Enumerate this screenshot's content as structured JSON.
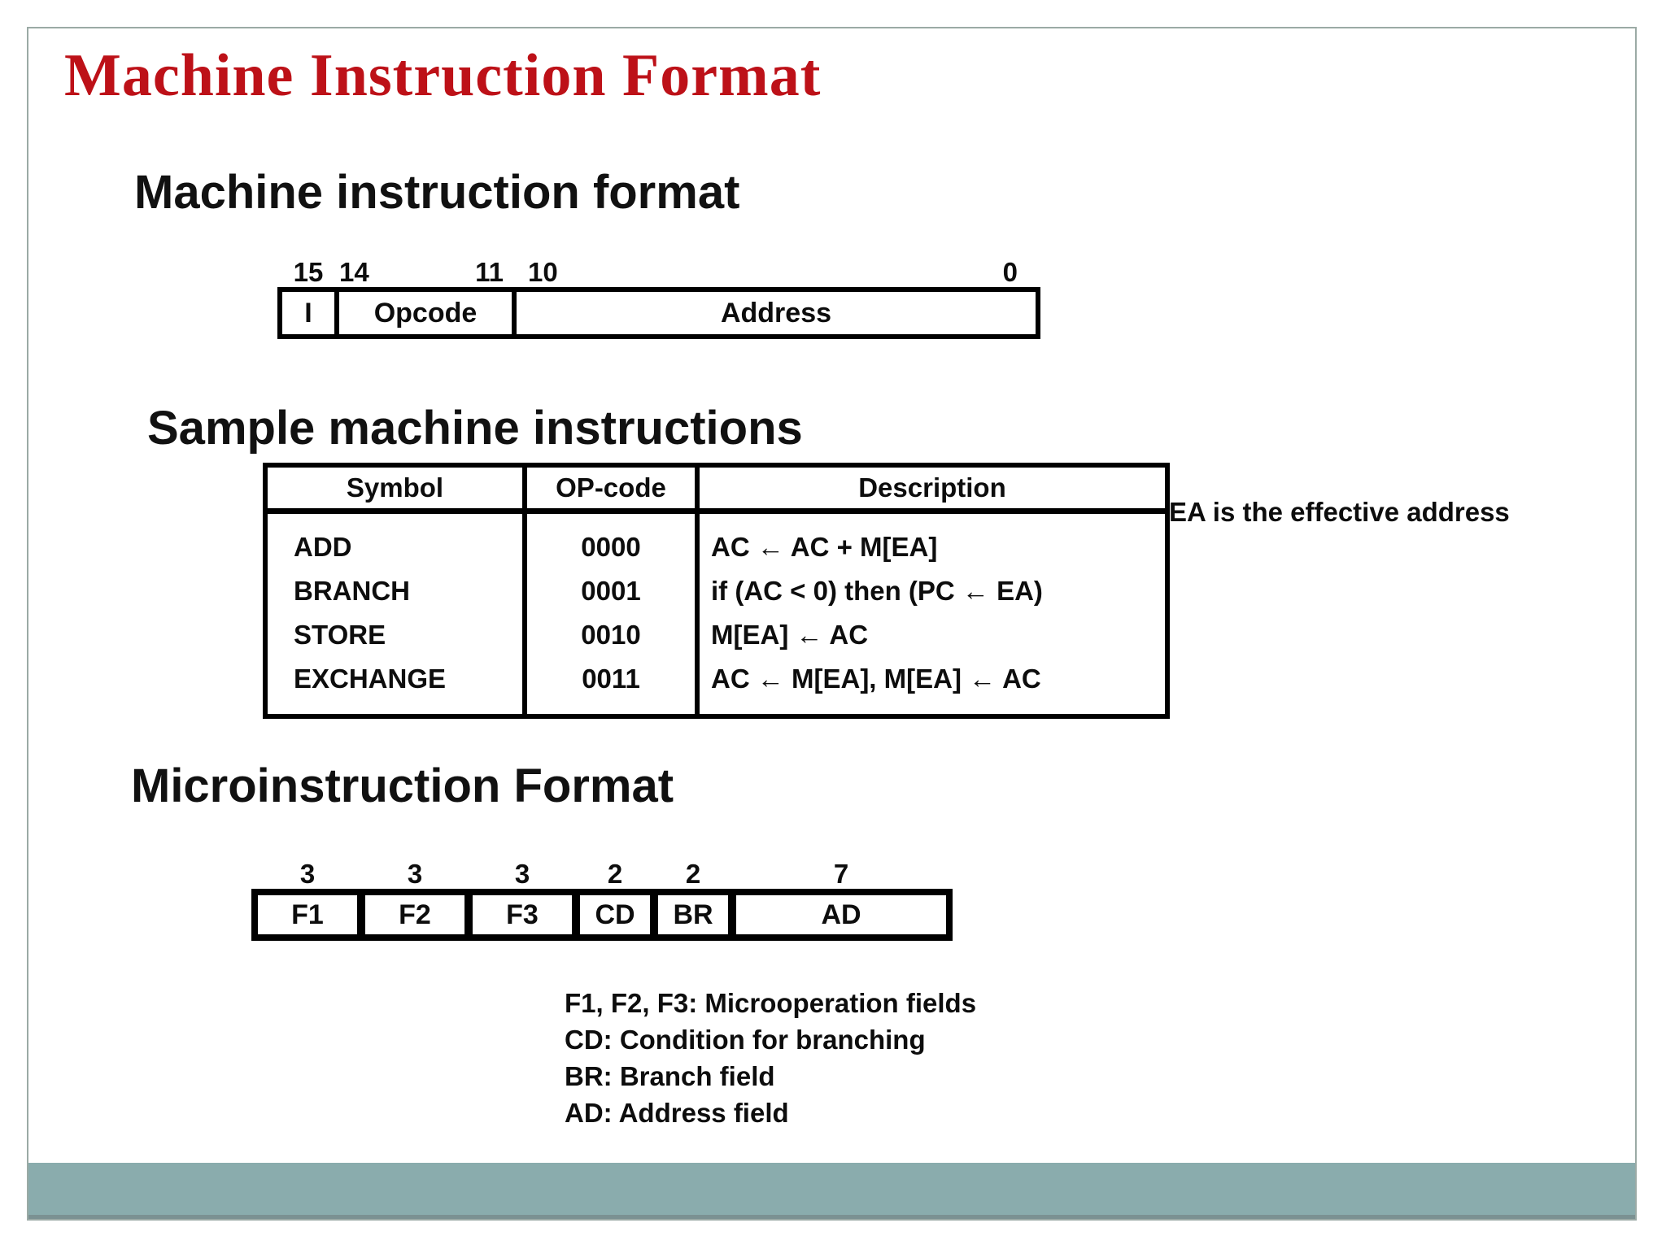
{
  "slide": {
    "title": "Machine Instruction Format",
    "accent_color": "#bd1118",
    "footer_color": "#8aacad",
    "border_color": "#9baaa5"
  },
  "machine_format": {
    "heading": "Machine instruction format",
    "fields": [
      {
        "label": "I",
        "bit_left": "15",
        "bit_right": ""
      },
      {
        "label": "Opcode",
        "bit_left": "14",
        "bit_right": "11"
      },
      {
        "label": "Address",
        "bit_left": "10",
        "bit_right": "0"
      }
    ]
  },
  "sample_instructions": {
    "heading": "Sample machine instructions",
    "note": "EA is the effective address",
    "columns": [
      "Symbol",
      "OP-code",
      "Description"
    ],
    "rows": [
      [
        "ADD",
        "0000",
        "AC ← AC + M[EA]"
      ],
      [
        "BRANCH",
        "0001",
        "if (AC < 0) then (PC ←  EA)"
      ],
      [
        "STORE",
        "0010",
        "M[EA] ←  AC"
      ],
      [
        "EXCHANGE",
        "0011",
        "AC ←  M[EA], M[EA] ←  AC"
      ]
    ]
  },
  "micro_format": {
    "heading": "Microinstruction Format",
    "fields": [
      {
        "label": "F1",
        "bits": "3"
      },
      {
        "label": "F2",
        "bits": "3"
      },
      {
        "label": "F3",
        "bits": "3"
      },
      {
        "label": "CD",
        "bits": "2"
      },
      {
        "label": "BR",
        "bits": "2"
      },
      {
        "label": "AD",
        "bits": "7"
      }
    ],
    "legend": [
      "F1, F2, F3: Microoperation fields",
      "CD: Condition for branching",
      "BR: Branch field",
      "AD: Address field"
    ]
  }
}
